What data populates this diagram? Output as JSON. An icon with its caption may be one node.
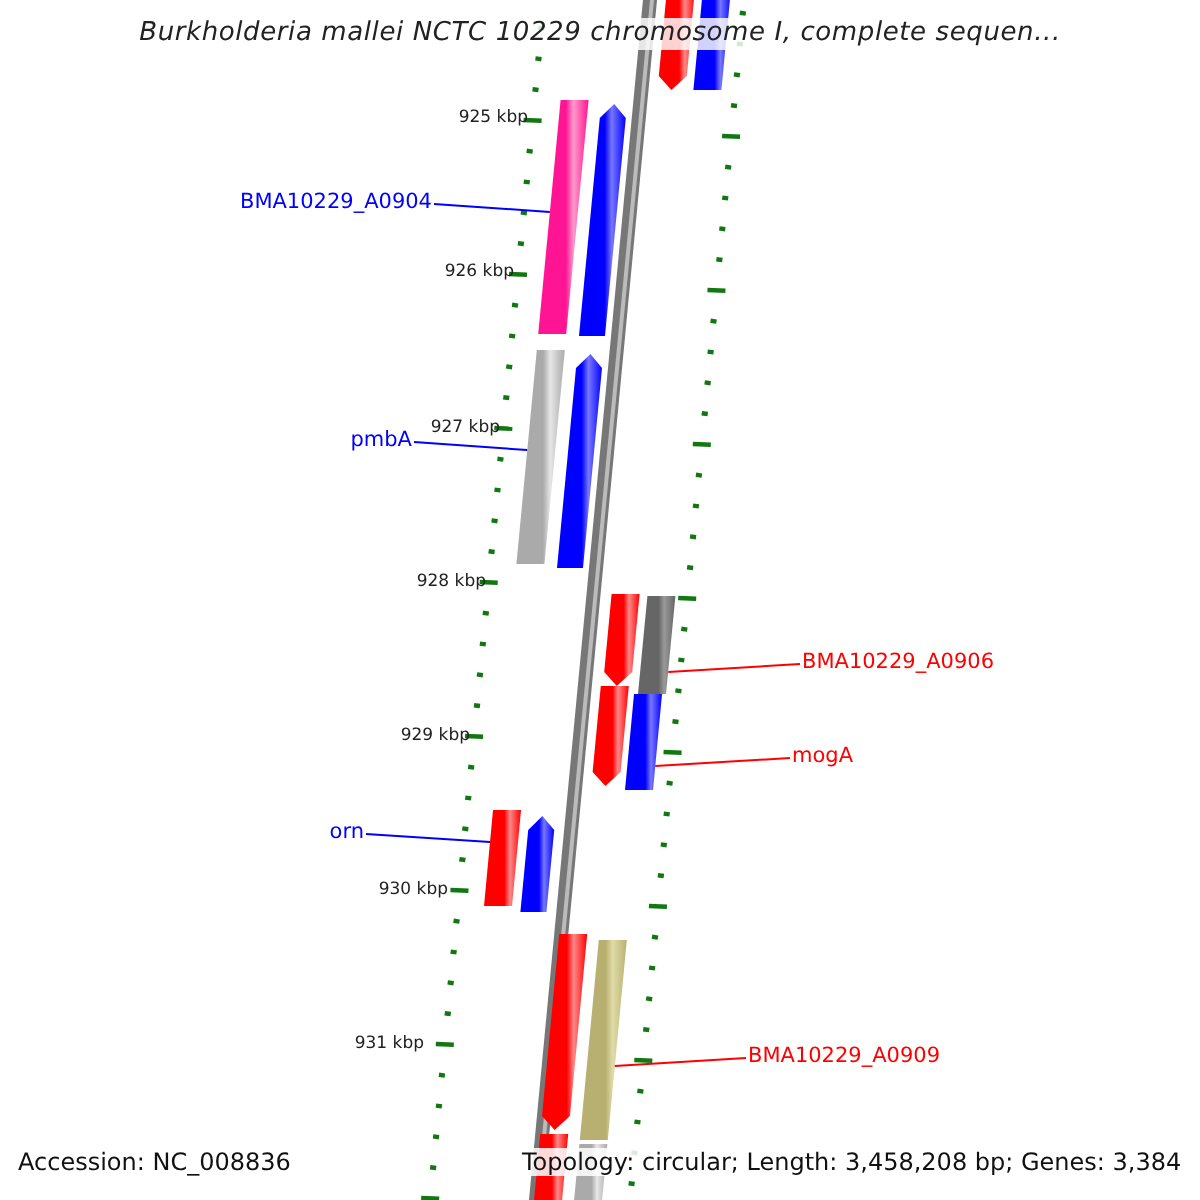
{
  "diagram": {
    "title": "Burkholderia mallei NCTC 10229 chromosome I, complete sequen...",
    "nodes": [
      {
        "text": [
          "BMA10229_A0904"
        ]
      },
      {
        "text": [],
        "shape": "bar"
      },
      {
        "text": [
          "pmbA"
        ]
      },
      {
        "text": [],
        "shape": "bar"
      },
      {
        "text": [
          "BMA10229_A0906"
        ]
      },
      {
        "text": [],
        "shape": "bar"
      },
      {
        "text": [
          "mogA"
        ]
      },
      {
        "text": [],
        "shape": "bar"
      },
      {
        "text": [
          "orn"
        ]
      },
      {
        "text": [],
        "shape": "bar"
      },
      {
        "text": [
          "BMA10229_A0909"
        ]
      },
      {
        "text": [],
        "shape": "bar"
      },
      {
        "text": [],
        "shape": "arrow"
      },
      {
        "text": [],
        "shape": "bar"
      },
      {
        "text": [],
        "shape": "arrow"
      },
      {
        "text": [],
        "shape": "arrow"
      },
      {
        "text": [],
        "shape": "arrow"
      },
      {
        "text": [],
        "shape": "arrow"
      },
      {
        "text": [],
        "shape": "arrow"
      },
      {
        "text": [],
        "shape": "arrow"
      },
      {
        "text": [],
        "shape": "bar"
      },
      {
        "text": [],
        "shape": "bar"
      }
    ],
    "edges": [
      {
        "from": 0,
        "to": 1,
        "arrow": "none",
        "color": "#0000ff"
      },
      {
        "from": 2,
        "to": 3,
        "arrow": "none",
        "color": "#0000ff"
      },
      {
        "from": 4,
        "to": 5,
        "arrow": "none",
        "color": "#ff0000"
      },
      {
        "from": 6,
        "to": 7,
        "arrow": "none",
        "color": "#ff0000"
      },
      {
        "from": 8,
        "to": 9,
        "arrow": "none",
        "color": "#0000ff"
      },
      {
        "from": 10,
        "to": 11,
        "arrow": "none",
        "color": "#ff0000"
      }
    ],
    "labels": [
      "925 kbp",
      "926 kbp",
      "927 kbp",
      "928 kbp",
      "929 kbp",
      "930 kbp",
      "931 kbp",
      "Accession: NC_008836",
      "Topology: circular; Length: 3,458,208 bp; Genes: 3,384"
    ]
  }
}
